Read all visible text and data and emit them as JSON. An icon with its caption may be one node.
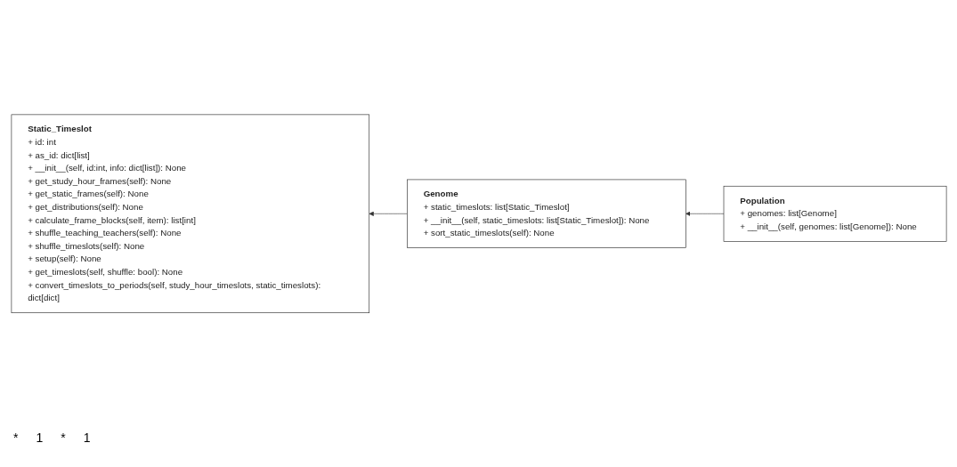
{
  "diagram": {
    "nodes": [
      {
        "text": [
          "Static_Timeslot",
          "+ id: int",
          "+ as_id: dict[list]",
          "+ __init__(self, id:int, info: dict[list]): None",
          "+ get_study_hour_frames(self): None",
          "+ get_static_frames(self): None",
          "+ get_distributions(self): None",
          "+ calculate_frame_blocks(self, item): list[int]",
          "+ shuffle_teaching_teachers(self): None",
          "+ shuffle_timeslots(self): None",
          "+ setup(self): None",
          "+ get_timeslots(self, shuffle: bool): None",
          "+ convert_timeslots_to_periods(self, study_hour_timeslots, static_timeslots): dict[dict]"
        ]
      },
      {
        "text": [
          "Genome",
          "+ static_timeslots: list[Static_Timeslot]",
          "+ __init__(self, static_timeslots: list[Static_Timeslot]): None",
          "+ sort_static_timeslots(self): None"
        ]
      },
      {
        "text": [
          "Population",
          "+ genomes: list[Genome]",
          "+ __init__(self, genomes: list[Genome]): None"
        ]
      }
    ],
    "edges": [
      {
        "from": 1,
        "to": 0,
        "arrow": "to"
      },
      {
        "from": 2,
        "to": 1,
        "arrow": "to"
      }
    ],
    "labels": [
      "*",
      "1",
      "*",
      "1"
    ]
  }
}
